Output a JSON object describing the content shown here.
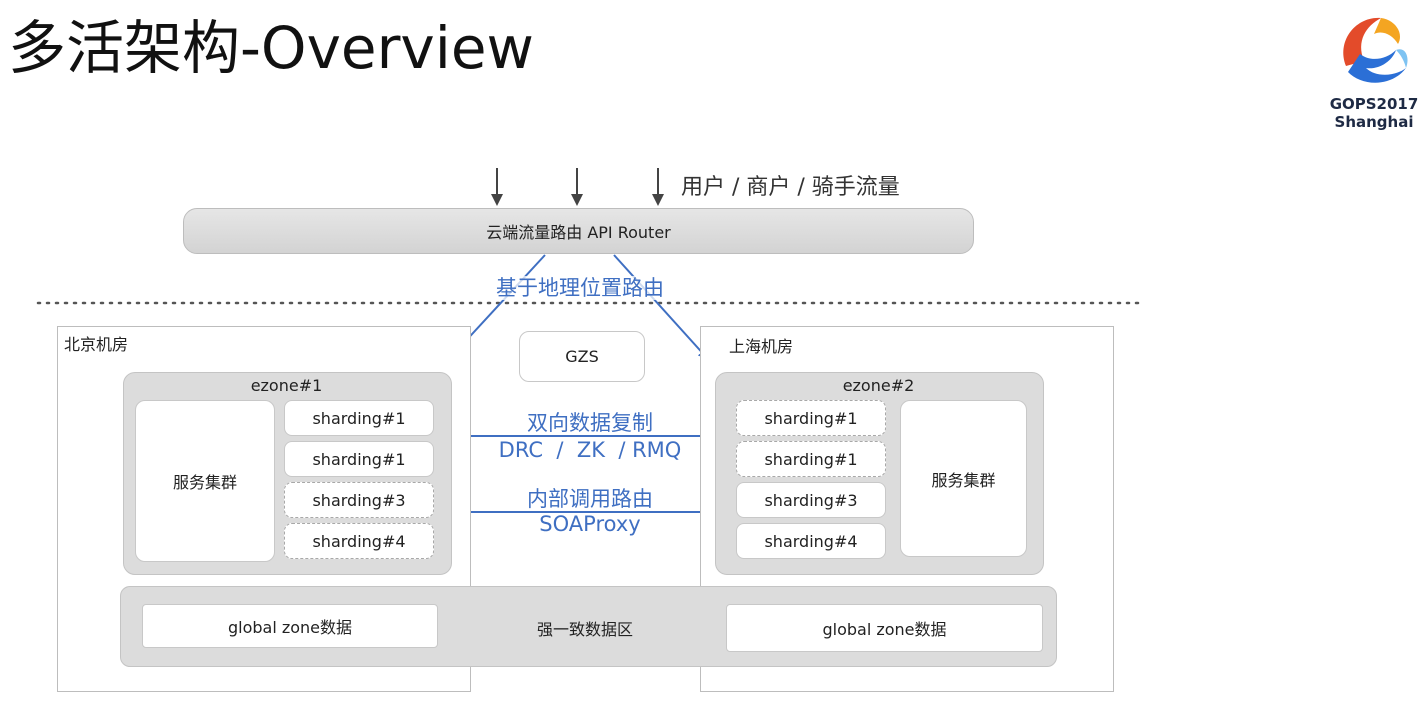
{
  "title": "多活架构-Overview",
  "logo": {
    "icon": "gops-swirl-logo",
    "line1": "GOPS2017",
    "line2": "Shanghai"
  },
  "diagram": {
    "traffic_label": "用户 / 商户 / 骑手流量",
    "router_label": "云端流量路由 API Router",
    "geo_routing_label": "基于地理位置路由",
    "gzs_label": "GZS",
    "beijing": {
      "room_label": "北京机房",
      "ezone_label": "ezone#1",
      "service_cluster": "服务集群",
      "shardings": [
        "sharding#1",
        "sharding#1",
        "sharding#3",
        "sharding#4"
      ]
    },
    "shanghai": {
      "room_label": "上海机房",
      "ezone_label": "ezone#2",
      "service_cluster": "服务集群",
      "shardings": [
        "sharding#1",
        "sharding#1",
        "sharding#3",
        "sharding#4"
      ]
    },
    "replication_label": "双向数据复制",
    "replication_tools": "DRC  /  ZK  / RMQ",
    "internal_call_label": "内部调用路由",
    "internal_call_tool": "SOAProxy",
    "global_zone_left": "global zone数据",
    "global_zone_center": "强一致数据区",
    "global_zone_right": "global zone数据",
    "colors": {
      "arrow": "#3f6fc2",
      "zone_fill": "#dcdcdc",
      "border": "#bdbdbd"
    }
  }
}
